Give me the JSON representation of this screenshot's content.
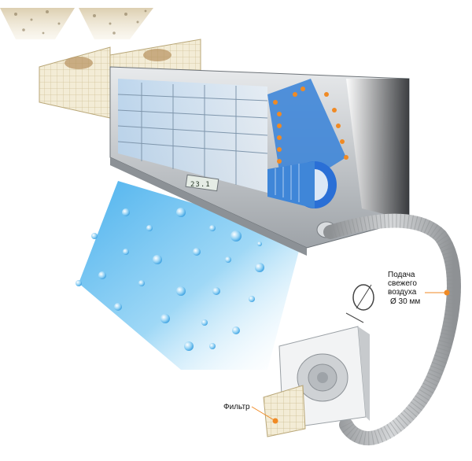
{
  "labels": {
    "fresh_air_line1": "Подача",
    "fresh_air_line2": "свежего",
    "fresh_air_line3": "воздуха",
    "diameter": "Ø 30 мм",
    "filter": "Фильтр"
  },
  "display": {
    "temperature": "23.1"
  },
  "colors": {
    "accent_orange": "#f08a24",
    "air_blue": "#6ec3f0",
    "unit_gray": "#c9ccd0",
    "fan_blue": "#2a6fd6",
    "hose_gray": "#a8aaad"
  }
}
